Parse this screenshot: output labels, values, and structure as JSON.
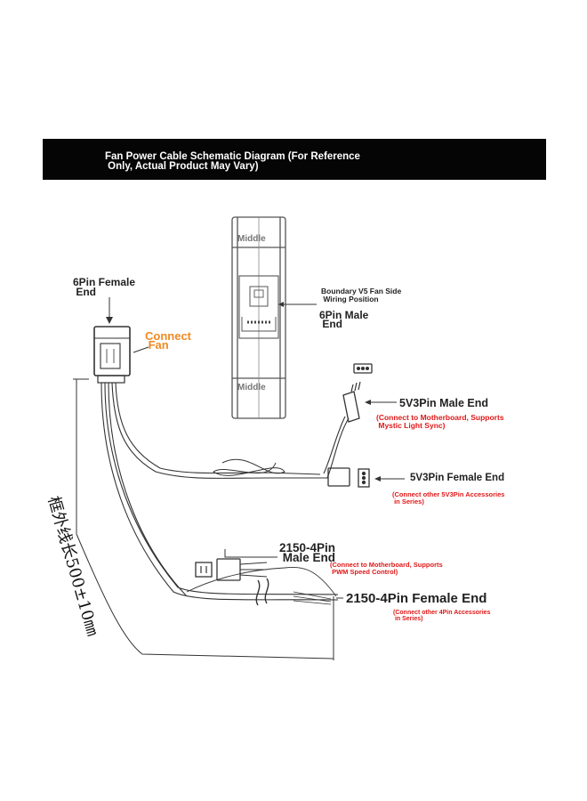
{
  "banner": {
    "title": "     Fan Power Cable Schematic Diagram (For Reference\n      Only, Actual Product May Vary)"
  },
  "labels": {
    "six_pin_female": "6Pin Female\n End",
    "connect_fan": "Connect\n Fan",
    "boundary": "Boundary V5 Fan Side\n Wiring Position",
    "six_pin_male": "6Pin Male\n End",
    "middle_top": "Middle",
    "middle_bottom": "Middle",
    "v5_male": "5V3Pin Male End",
    "v5_male_desc": "(Connect to Motherboard, Supports\n Mystic Light Sync)",
    "v5_female": "5V3Pin Female End",
    "v5_female_desc": "(Connect other 5V3Pin Accessories\n in Series)",
    "p2150_male": "2150-4Pin\n Male End",
    "p2150_male_desc": "(Connect to Motherboard, Supports\n PWM Speed Control)",
    "p2150_female": "2150-4Pin Female End",
    "p2150_female_desc": "(Connect other 4Pin Accessories\n in Series)",
    "length": "框外线长500±10㎜"
  },
  "colors": {
    "banner_bg": "#050505",
    "label_red": "#e01818",
    "label_orange": "#f08a24",
    "line": "#333333"
  }
}
